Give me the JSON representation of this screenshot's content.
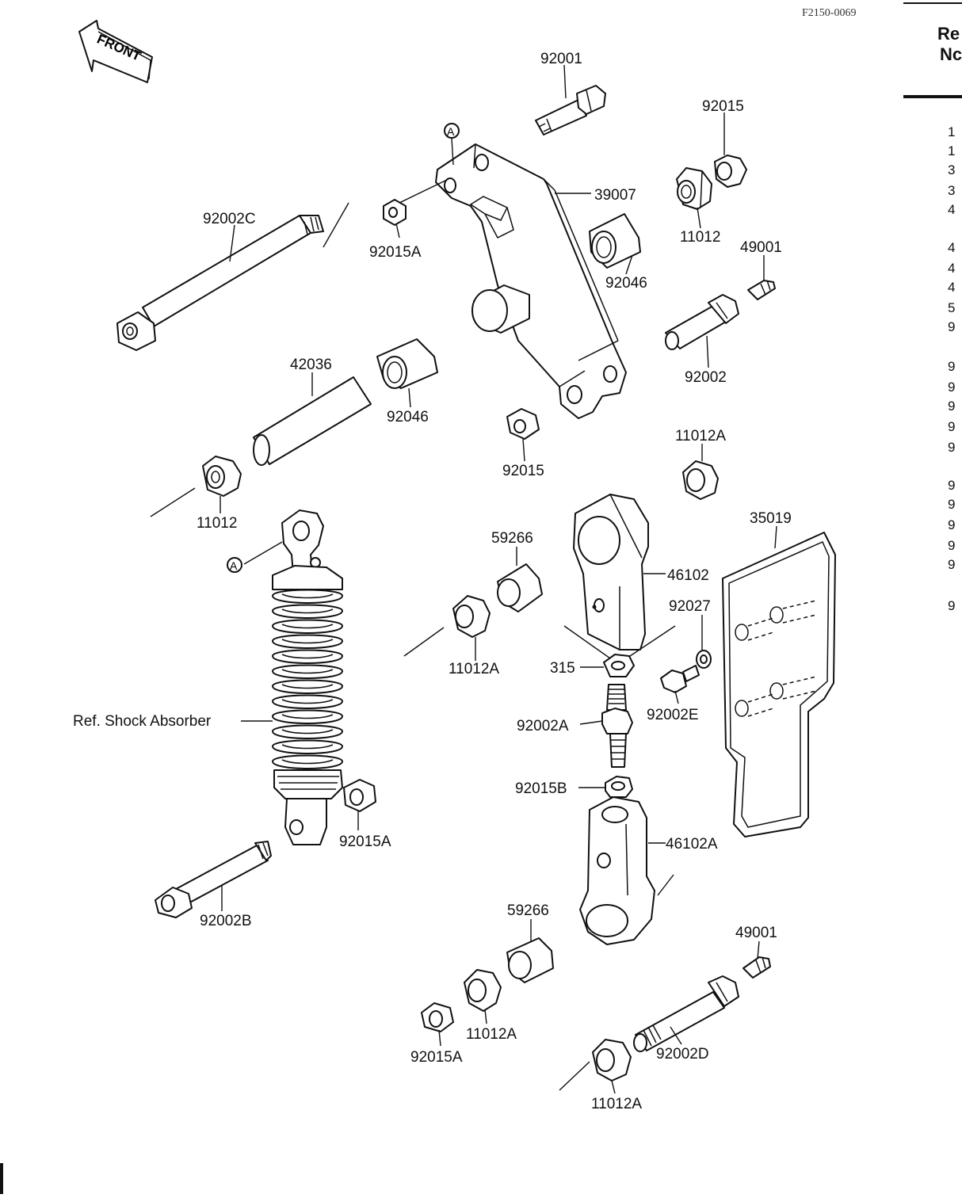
{
  "drawing_code": "F2150-0069",
  "front_label": "FRONT",
  "marker": "A",
  "side_panel": {
    "header_line1": "Re",
    "header_line2": "Nc",
    "ref_numbers": [
      "1",
      "1",
      "3",
      "3",
      "4",
      "4",
      "4",
      "4",
      "5",
      "9",
      "9",
      "9",
      "9",
      "9",
      "9",
      "9",
      "9",
      "9",
      "9",
      "9",
      "9"
    ]
  },
  "callouts": {
    "c_92001": "92001",
    "c_92015_top": "92015",
    "c_39007": "39007",
    "c_92002C": "92002C",
    "c_92015A_top": "92015A",
    "c_11012_top": "11012",
    "c_49001_top": "49001",
    "c_92046_right": "92046",
    "c_92002": "92002",
    "c_42036": "42036",
    "c_92046_left": "92046",
    "c_92015_mid": "92015",
    "c_11012A_top": "11012A",
    "c_11012_left": "11012",
    "c_35019": "35019",
    "c_59266_top": "59266",
    "c_46102": "46102",
    "c_92027": "92027",
    "c_11012A_mid": "11012A",
    "c_315": "315",
    "c_92002E": "92002E",
    "c_shock": "Ref. Shock Absorber",
    "c_92002A": "92002A",
    "c_92015B": "92015B",
    "c_92015A_mid": "92015A",
    "c_46102A": "46102A",
    "c_92002B": "92002B",
    "c_59266_bot": "59266",
    "c_49001_bot": "49001",
    "c_92015A_bot": "92015A",
    "c_11012A_bot": "11012A",
    "c_92002D": "92002D",
    "c_11012A_last": "11012A"
  }
}
